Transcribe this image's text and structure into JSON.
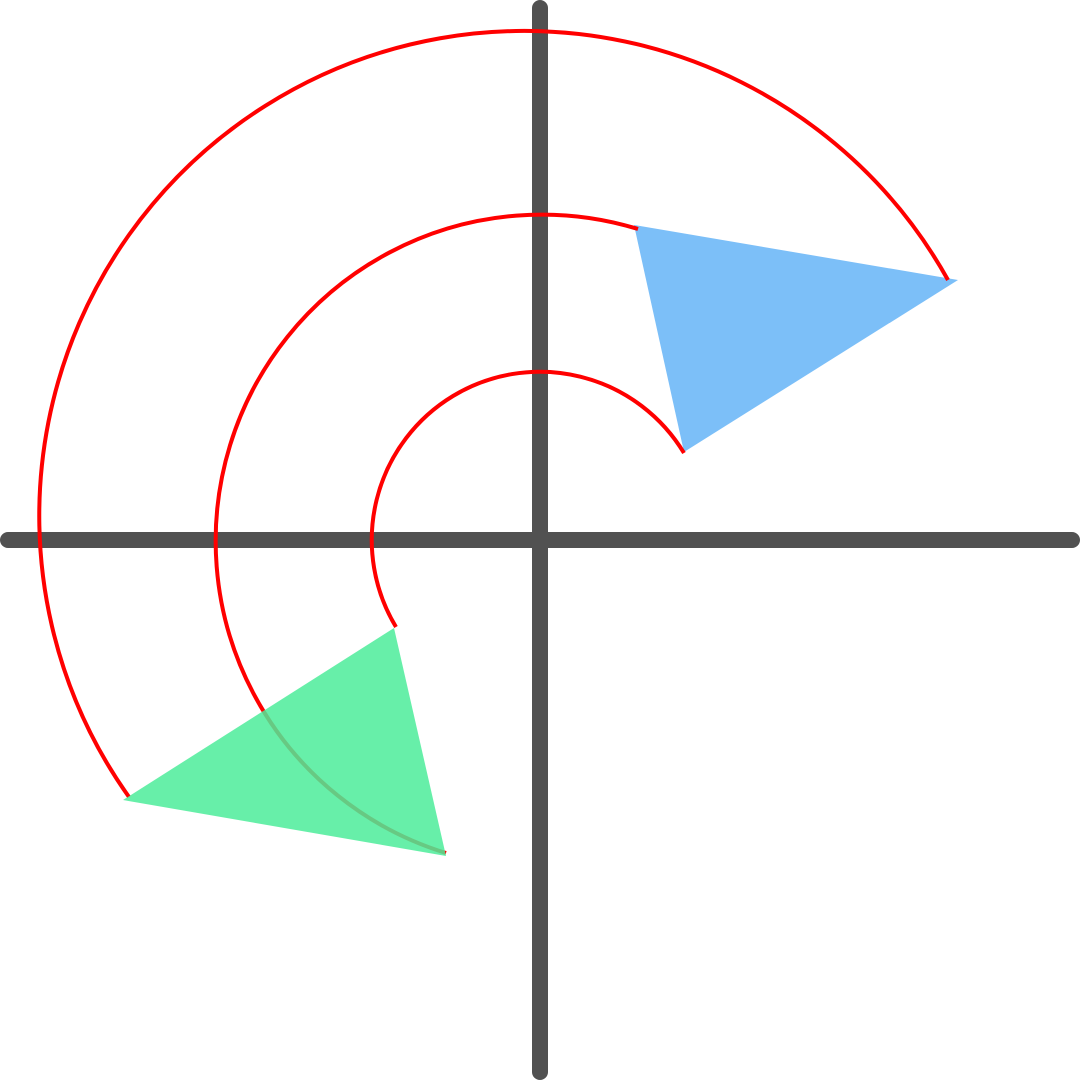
{
  "diagram": {
    "background_color": "#ffffff",
    "axes_color": "#515151",
    "arc_color": "#ff0000",
    "overlap_arc_color": "#5a9a4a",
    "shapes": [
      {
        "name": "triangle-rotated",
        "fill_color": "#7cbff8",
        "opacity": 1.0
      },
      {
        "name": "triangle-original",
        "fill_color": "#4cec9a",
        "opacity": 0.85
      }
    ],
    "rotation_arcs": [
      {
        "name": "inner-rotation-arc"
      },
      {
        "name": "middle-rotation-arc"
      },
      {
        "name": "outer-rotation-arc"
      }
    ]
  }
}
